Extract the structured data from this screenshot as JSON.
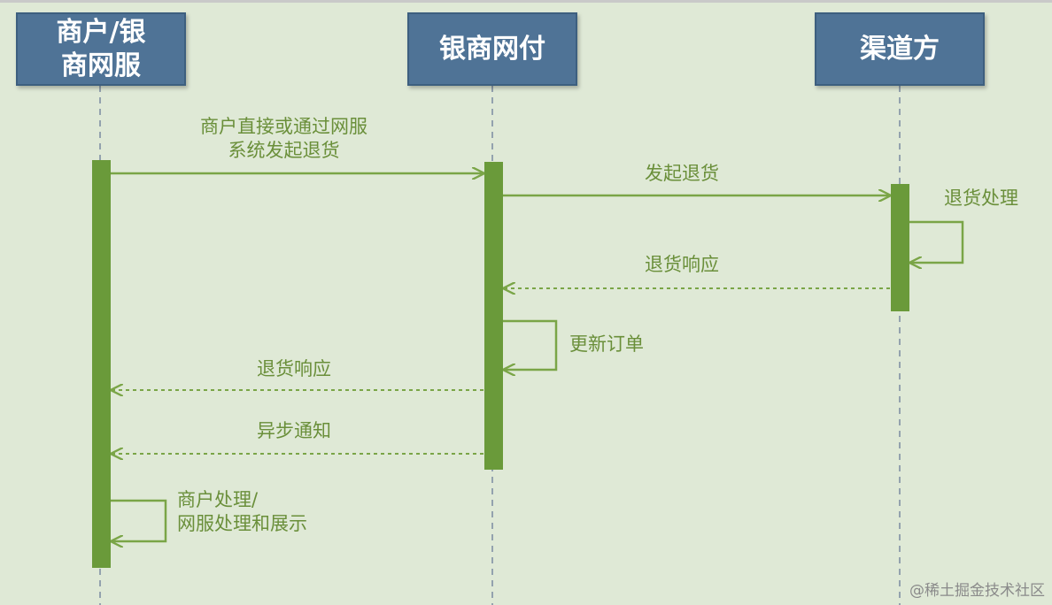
{
  "actors": {
    "merchant": "商户/银\n商网服",
    "bank": "银商网付",
    "channel": "渠道方"
  },
  "messages": {
    "m1": "商户直接或通过网服\n系统发起退货",
    "m2": "发起退货",
    "m3": "退货处理",
    "m4": "退货响应",
    "m5": "更新订单",
    "m6": "退货响应",
    "m7": "异步通知",
    "m8": "商户处理/\n网服处理和展示"
  },
  "watermark": "@稀土掘金技术社区",
  "colors": {
    "background": "#dfe9d6",
    "actor_fill": "#4f7396",
    "activation_bar": "#6a9a3a",
    "arrow": "#7aa547",
    "label_text": "#6a8f3a"
  }
}
